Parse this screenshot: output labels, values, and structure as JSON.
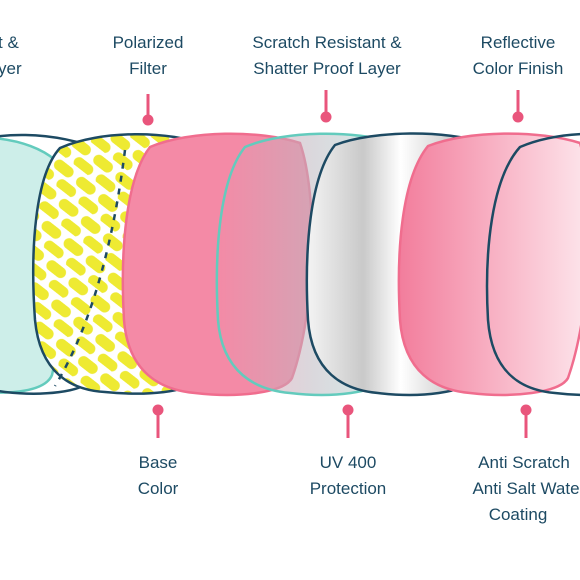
{
  "colors": {
    "navy": "#1d4a63",
    "teal": "#63cbbd",
    "teal_fill": "#c7ece7",
    "pink": "#f06d8e",
    "pink_fill": "#f48aa6",
    "yellow": "#eeea32",
    "connector": "#e9557c"
  },
  "labels": {
    "top": [
      {
        "line1": "t &",
        "line2": "yer"
      },
      {
        "line1": "Polarized",
        "line2": "Filter"
      },
      {
        "line1": "Scratch Resistant &",
        "line2": "Shatter Proof Layer"
      },
      {
        "line1": "Reflective",
        "line2": "Color Finish"
      }
    ],
    "bottom": [
      {
        "line1": "Base",
        "line2": "Color",
        "line3": ""
      },
      {
        "line1": "UV 400",
        "line2": "Protection",
        "line3": ""
      },
      {
        "line1": "Anti Scratch",
        "line2": "Anti Salt Wate",
        "line3": "Coating"
      }
    ]
  }
}
